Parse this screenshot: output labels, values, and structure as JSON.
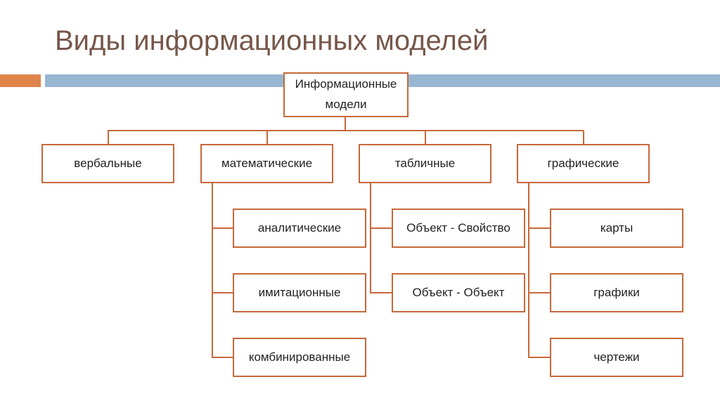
{
  "title": "Виды информационных моделей",
  "root": "Информационные модели",
  "categories": [
    {
      "label": "вербальные",
      "children": []
    },
    {
      "label": "математические",
      "children": [
        "аналитические",
        "имитационные",
        "комбинированные"
      ]
    },
    {
      "label": "табличные",
      "children": [
        "Объект - Свойство",
        "Объект - Объект"
      ]
    },
    {
      "label": "графические",
      "children": [
        "карты",
        "графики",
        "чертежи"
      ]
    }
  ],
  "colors": {
    "line": "#c7683a",
    "title": "#76574a",
    "accent_orange": "#e0834a",
    "accent_blue": "#97b6d2"
  }
}
